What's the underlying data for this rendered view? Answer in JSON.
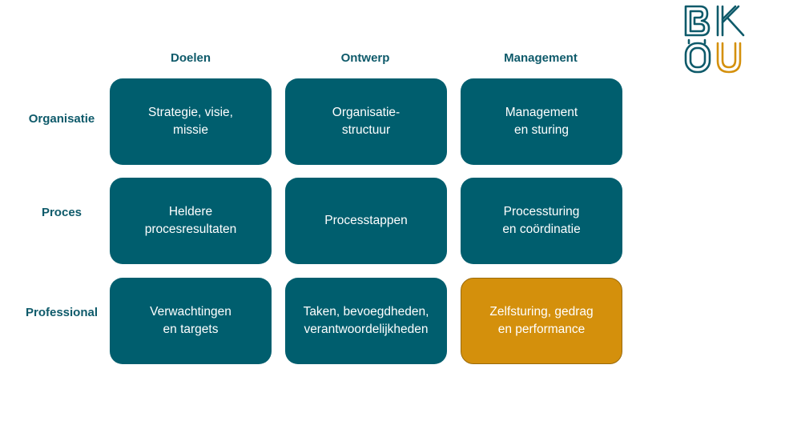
{
  "columns": [
    "Doelen",
    "Ontwerp",
    "Management"
  ],
  "rows": [
    "Organisatie",
    "Proces",
    "Professional"
  ],
  "cells": [
    [
      "Strategie, visie,\nmissie",
      "Organisatie-\nstructuur",
      "Management\nen sturing"
    ],
    [
      "Heldere\nprocesresultaten",
      "Processtappen",
      "Processturing\nen coördinatie"
    ],
    [
      "Verwachtingen\nen targets",
      "Taken, bevoegdheden,\nverantwoordelijkheden",
      "Zelfsturing, gedrag\nen performance"
    ]
  ],
  "highlighted_cell": "Zelfsturing, gedrag\nen performance",
  "logo": {
    "text": "BKOU",
    "colors": {
      "primary": "#0e5a6a",
      "accent": "#d4900c"
    }
  },
  "colors": {
    "cell": "#005e6e",
    "highlight": "#d4900c",
    "heading": "#0e5a6a"
  }
}
